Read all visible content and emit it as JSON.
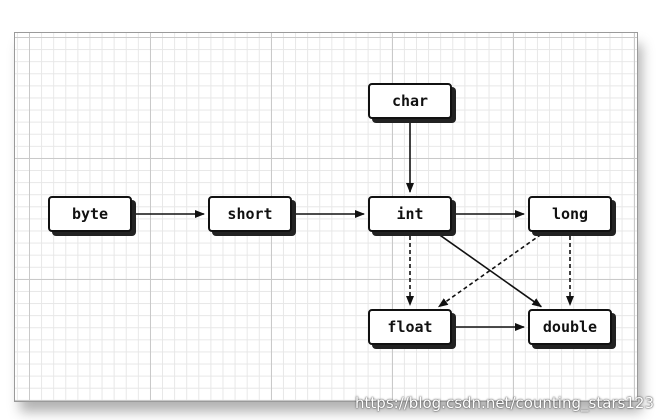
{
  "nodes": {
    "byte": "byte",
    "short": "short",
    "char": "char",
    "int": "int",
    "long": "long",
    "float": "float",
    "double": "double"
  },
  "edges": [
    {
      "from": "byte",
      "to": "short",
      "style": "solid"
    },
    {
      "from": "short",
      "to": "int",
      "style": "solid"
    },
    {
      "from": "char",
      "to": "int",
      "style": "solid"
    },
    {
      "from": "int",
      "to": "long",
      "style": "solid"
    },
    {
      "from": "int",
      "to": "float",
      "style": "dashed"
    },
    {
      "from": "int",
      "to": "double",
      "style": "solid"
    },
    {
      "from": "long",
      "to": "float",
      "style": "dashed"
    },
    {
      "from": "long",
      "to": "double",
      "style": "dashed"
    },
    {
      "from": "float",
      "to": "double",
      "style": "solid"
    }
  ],
  "watermark": "https://blog.csdn.net/counting_stars123"
}
